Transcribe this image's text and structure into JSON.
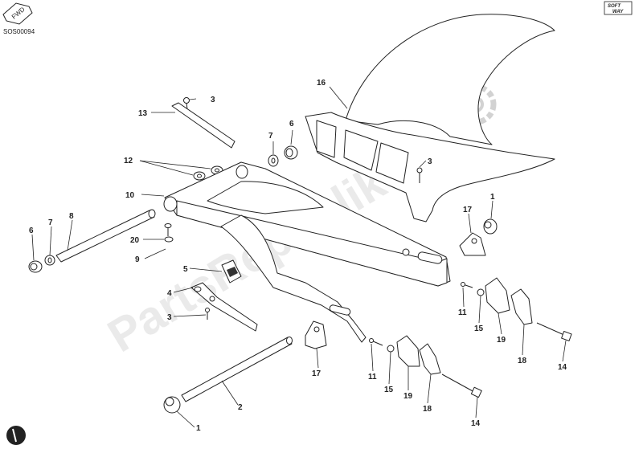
{
  "diagram": {
    "code": "SOS00094",
    "fwd": "FWD",
    "logo": [
      "SOFT",
      "WAY"
    ],
    "watermark": "PartsRepublik",
    "callouts": [
      "16",
      "3",
      "13",
      "7",
      "6",
      "12",
      "10",
      "3",
      "1",
      "17",
      "6",
      "7",
      "8",
      "20",
      "9",
      "5",
      "4",
      "3",
      "11",
      "15",
      "19",
      "18",
      "14",
      "17",
      "11",
      "15",
      "19",
      "18",
      "14",
      "1",
      "2"
    ]
  }
}
